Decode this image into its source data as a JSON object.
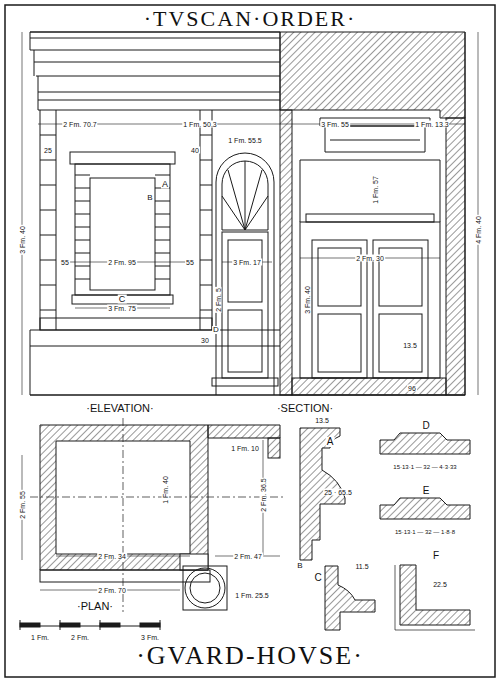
{
  "diagram": {
    "title": "·TVSCAN·ORDER·",
    "caption": "·GVARD-HOVSE·",
    "labels": [
      "·ELEVATION·",
      "·SECTION·",
      "·PLAN·",
      "A",
      "B",
      "C",
      "D",
      "A",
      "B",
      "C",
      "D",
      "E",
      "F",
      "2 Fm. 70.7",
      "1 Fm. 50.3",
      "3 Fm. 55",
      "1 Fm. 13.3",
      "3 Fm. 40",
      "4 Fm. 40",
      "2 Fm. 95",
      "3 Fm. 17",
      "2 Fm. 30",
      "3 Fm. 75",
      "1 Fm. 55.5",
      "1 Fm. 57",
      "3 Fm. 40",
      "13.5",
      "55",
      "55",
      "25",
      "40",
      "30",
      "96",
      "2 Fm. 55",
      "2 Fm. 34",
      "2 Fm. 47",
      "2 Fm. 70",
      "1 Fm. 40",
      "2 Fm. 36.5",
      "1 Fm. 10",
      "1 Fm. 25.5",
      "13.5",
      "25 · 65.5",
      "11.5",
      "22.5",
      "15·13·1 — 32 — 4·3·33",
      "15·13·1 — 32 — 1·8·8",
      "1 Fm.",
      "2 Fm.",
      "3 Fm.",
      "2 Fm. 5"
    ]
  }
}
